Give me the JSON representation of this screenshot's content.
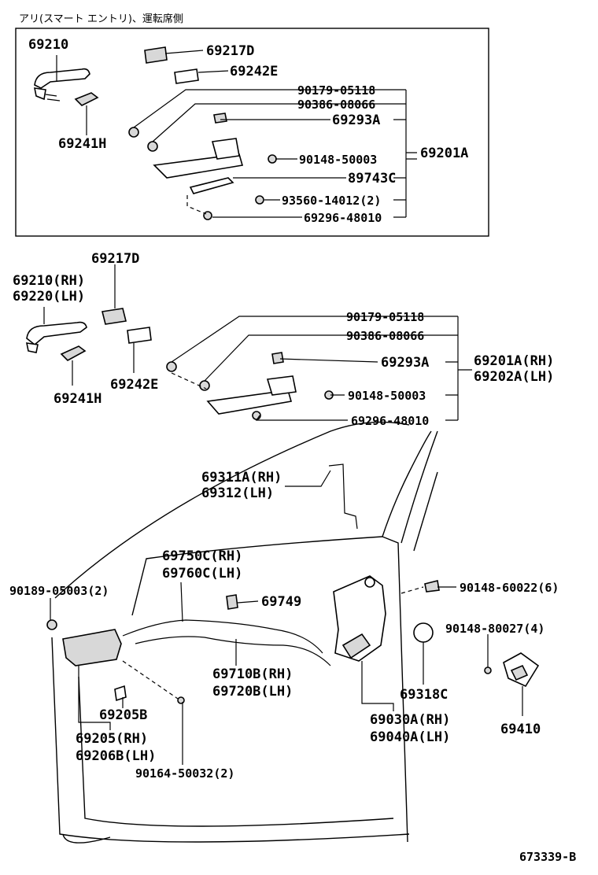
{
  "header": {
    "caption": "アリ(スマート エントリ)、運転席側"
  },
  "footer": {
    "diagram_code": "673339-B"
  },
  "inset": {
    "labels": {
      "l69210": "69210",
      "l69217D": "69217D",
      "l69242E": "69242E",
      "l69241H": "69241H",
      "l90179": "90179-05118",
      "l90386": "90386-08066",
      "l69293A": "69293A",
      "l69201A": "69201A",
      "l90148_50003": "90148-50003",
      "l89743C": "89743C",
      "l93560": "93560-14012(2)",
      "l69296": "69296-48010"
    }
  },
  "main": {
    "labels": {
      "l69217D": "69217D",
      "l69210rh": "69210(RH)",
      "l69220lh": "69220(LH)",
      "l69241H": "69241H",
      "l69242E": "69242E",
      "l90179": "90179-05118",
      "l90386": "90386-08066",
      "l69293A": "69293A",
      "l69201Arh": "69201A(RH)",
      "l69202Alh": "69202A(LH)",
      "l90148_50003": "90148-50003",
      "l69296": "69296-48010",
      "l69311Arh": "69311A(RH)",
      "l69312lh": "69312(LH)",
      "l69750Crh": "69750C(RH)",
      "l69760Clh": "69760C(LH)",
      "l90189": "90189-05003(2)",
      "l69749": "69749",
      "l90148_60022": "90148-60022(6)",
      "l90148_80027": "90148-80027(4)",
      "l69710Brh": "69710B(RH)",
      "l69720Blh": "69720B(LH)",
      "l69318C": "69318C",
      "l69205B": "69205B",
      "l69205rh": "69205(RH)",
      "l69206Blh": "69206B(LH)",
      "l69030Arh": "69030A(RH)",
      "l69040Alh": "69040A(LH)",
      "l69410": "69410",
      "l90164": "90164-50032(2)"
    }
  }
}
